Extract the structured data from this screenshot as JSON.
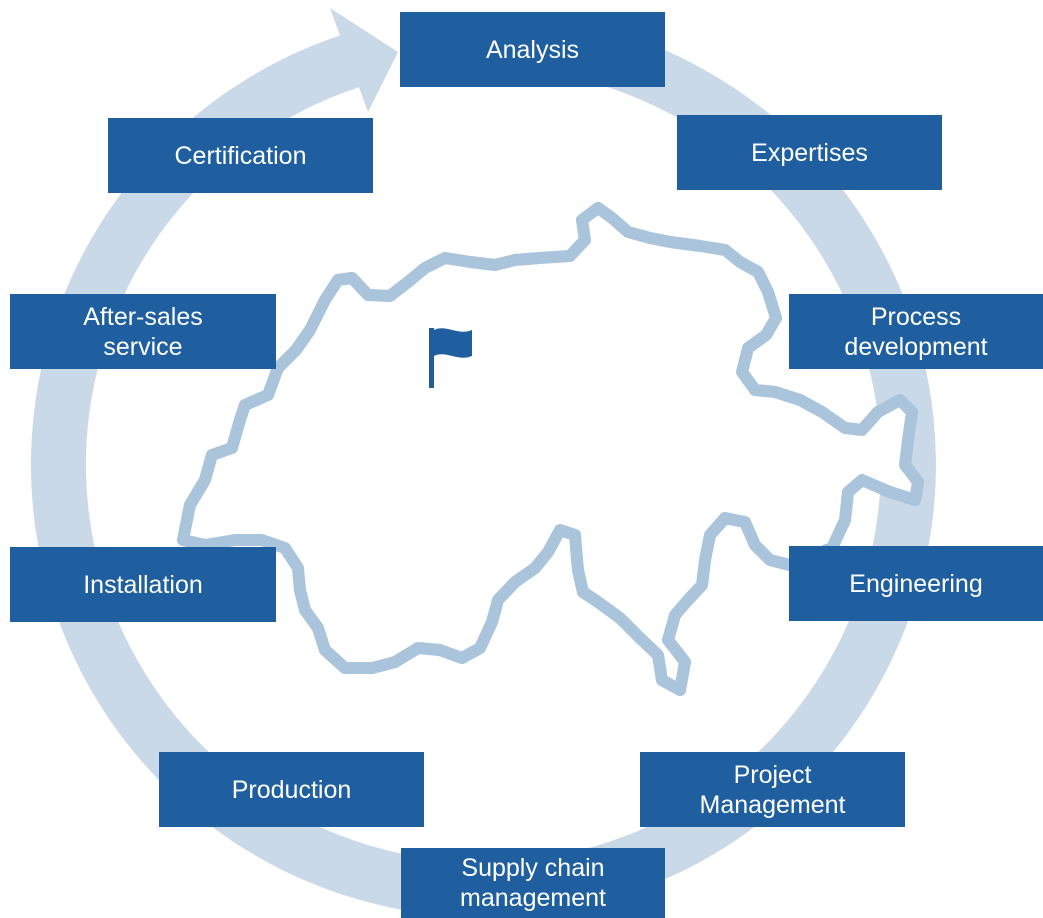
{
  "cycle": {
    "stages": [
      "Analysis",
      "Expertises",
      "Process\ndevelopment",
      "Engineering",
      "Project\nManagement",
      "Supply chain\nmanagement",
      "Production",
      "Installation",
      "After-sales\nservice",
      "Certification"
    ]
  },
  "colors": {
    "box_fill": "#1f5fa0",
    "box_text": "#ffffff",
    "ring": "#c9d9e8",
    "map_outline": "#5e9cc7",
    "flag": "#1f5fa0"
  },
  "icons": {
    "map": "switzerland-outline-icon",
    "location": "flag-icon"
  }
}
